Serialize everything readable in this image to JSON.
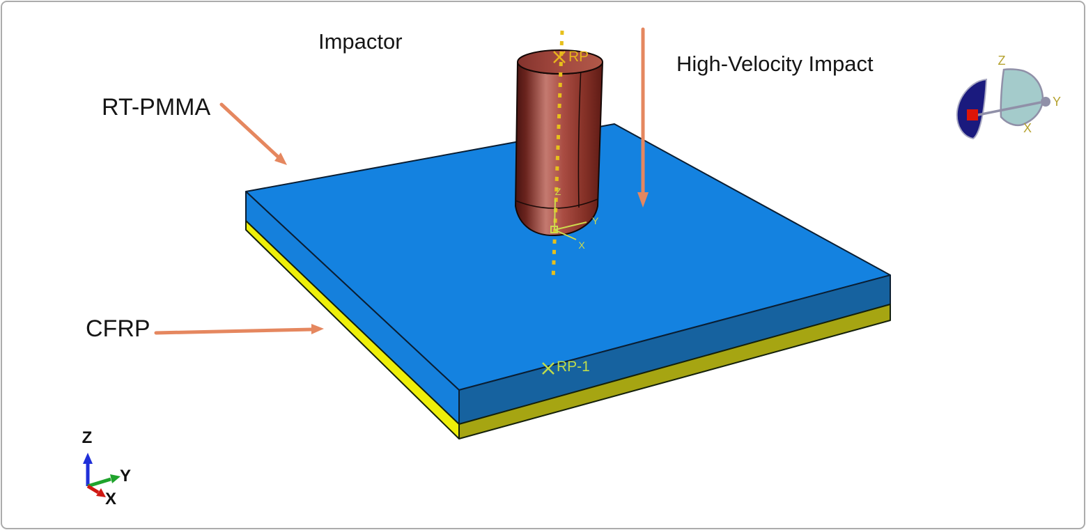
{
  "labels": {
    "impactor": "Impactor",
    "impact_type": "High-Velocity Impact",
    "top_layer": "RT-PMMA",
    "bottom_layer": "CFRP"
  },
  "markers": {
    "impactor_rp": "RP",
    "plate_rp": "RP-1"
  },
  "local_csys": {
    "x": "X",
    "y": "Y",
    "z": "Z"
  },
  "global_triad": {
    "x": "X",
    "y": "Y",
    "z": "Z"
  },
  "view_compass": {
    "x": "X",
    "y": "Y",
    "z": "Z"
  },
  "colors": {
    "plate_top": "#1482E0",
    "plate_side_left": "#1580DC",
    "plate_side_right": "#16629F",
    "cfrp_side_left": "#EEEF0A",
    "cfrp_side_right": "#A6A512",
    "impactor_highlight": "#C47A70",
    "impactor_mid": "#A94C42",
    "impactor_dark": "#481310",
    "axis_dotted_yellow": "#E7C01C",
    "rp_marker_yellow": "#E8B41C",
    "csys_yellow_green": "#CDDA4E",
    "rp1_green": "#BFDC4C",
    "annotation_arrow": "#E5875F",
    "triad_x_red": "#D01812",
    "triad_y_green": "#1FA32C",
    "triad_z_blue": "#1F2FD8",
    "triad_label": "#111111",
    "compass_navy": "#1A1A7E",
    "compass_teal": "#A4CBCB",
    "compass_gray": "#9090A8",
    "compass_label": "#B5A22F",
    "compass_red": "#DE1508"
  }
}
